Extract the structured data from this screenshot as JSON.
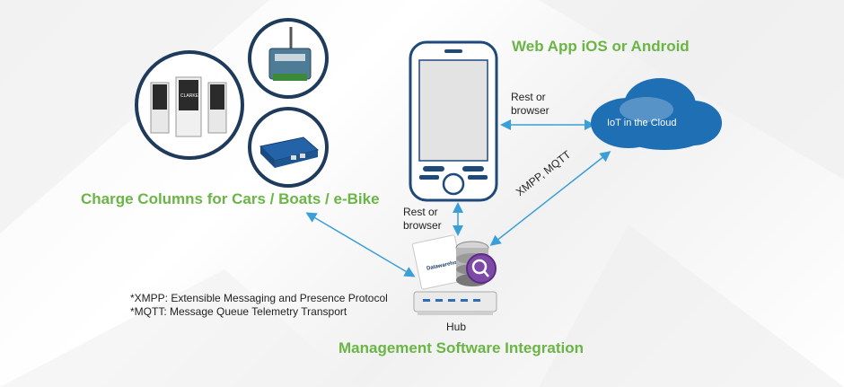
{
  "titles": {
    "webapp": "Web App iOS or Android",
    "charge": "Charge Columns for Cars / Boats / e-Bike",
    "management": "Management Software Integration"
  },
  "labels": {
    "rest_top_1": "Rest or",
    "rest_top_2": "browser",
    "rest_mid_1": "Rest or",
    "rest_mid_2": "browser",
    "xmpp_mqtt": "XMPP, MQTT",
    "cloud": "IoT in the Cloud",
    "hub": "Hub",
    "device_brand": "CLARKE",
    "server_brand": "Datawarehouse"
  },
  "footnotes": [
    "*XMPP: Extensible Messaging and Presence Protocol",
    "*MQTT: Message Queue Telemetry Transport"
  ],
  "colors": {
    "accent_green": "#6ab545",
    "arrow_blue": "#3a9fd6",
    "cloud_blue": "#1f6fb5",
    "phone_outline": "#1d4a7a",
    "circle_border": "#1e3b5c"
  }
}
